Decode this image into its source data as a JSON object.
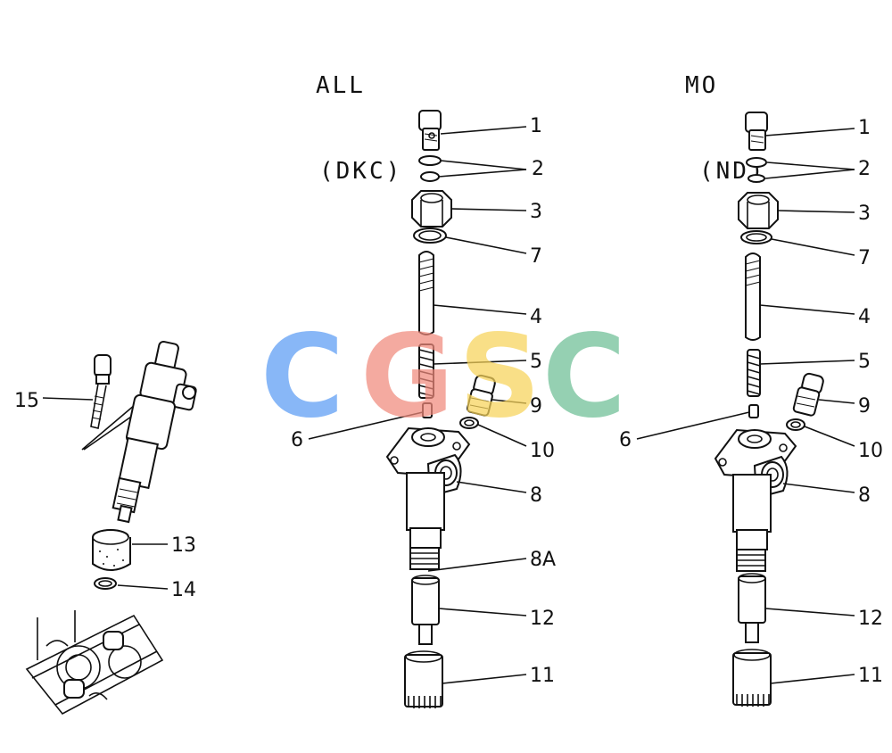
{
  "headers": {
    "left_line1": "ALL",
    "left_line2": "(DKC)",
    "right_line1": "MO",
    "right_line2": "(ND)"
  },
  "watermark": {
    "letters": [
      "C",
      "G",
      "S",
      "C"
    ],
    "colors": [
      "#5b9cf4",
      "#f08a7c",
      "#f7d45a",
      "#6dbf95"
    ]
  },
  "part_numbers": {
    "left_assembly": [
      "15",
      "13",
      "14"
    ],
    "center_column": [
      "1",
      "2",
      "3",
      "7",
      "4",
      "5",
      "9",
      "6",
      "10",
      "8",
      "8A",
      "12",
      "11"
    ],
    "right_column": [
      "1",
      "2",
      "3",
      "7",
      "4",
      "5",
      "9",
      "6",
      "10",
      "8",
      "12",
      "11"
    ]
  }
}
